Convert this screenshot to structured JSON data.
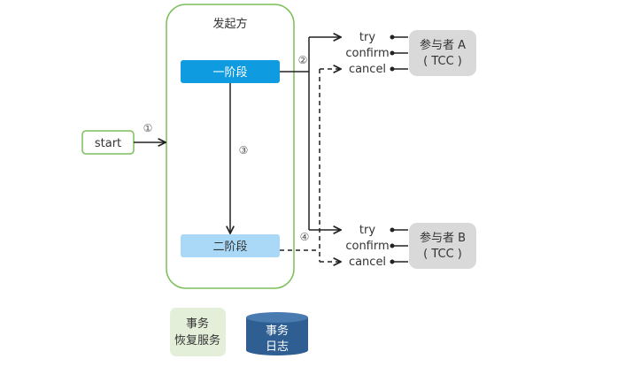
{
  "diagram": {
    "initiator": {
      "title": "发起方"
    },
    "phase1": {
      "label": "一阶段",
      "color": "#0e9be0"
    },
    "phase2": {
      "label": "二阶段",
      "color": "#a9d9f6"
    },
    "start": {
      "label": "start"
    },
    "steps": {
      "s1": "①",
      "s2": "②",
      "s3": "③",
      "s4": "④"
    },
    "participantA": {
      "line1": "参与者 A",
      "line2": "( TCC )",
      "ops": [
        "try",
        "confirm",
        "cancel"
      ]
    },
    "participantB": {
      "line1": "参与者 B",
      "line2": "( TCC )",
      "ops": [
        "try",
        "confirm",
        "cancel"
      ]
    },
    "recovery": {
      "line1": "事务",
      "line2": "恢复服务"
    },
    "log": {
      "line1": "事务",
      "line2": "日志"
    },
    "colors": {
      "green_border": "#7bbf5a",
      "participant_bg": "#d9d9d9",
      "recovery_bg": "#e3efd9",
      "log_bg": "#2f5f92",
      "line": "#222222"
    }
  }
}
